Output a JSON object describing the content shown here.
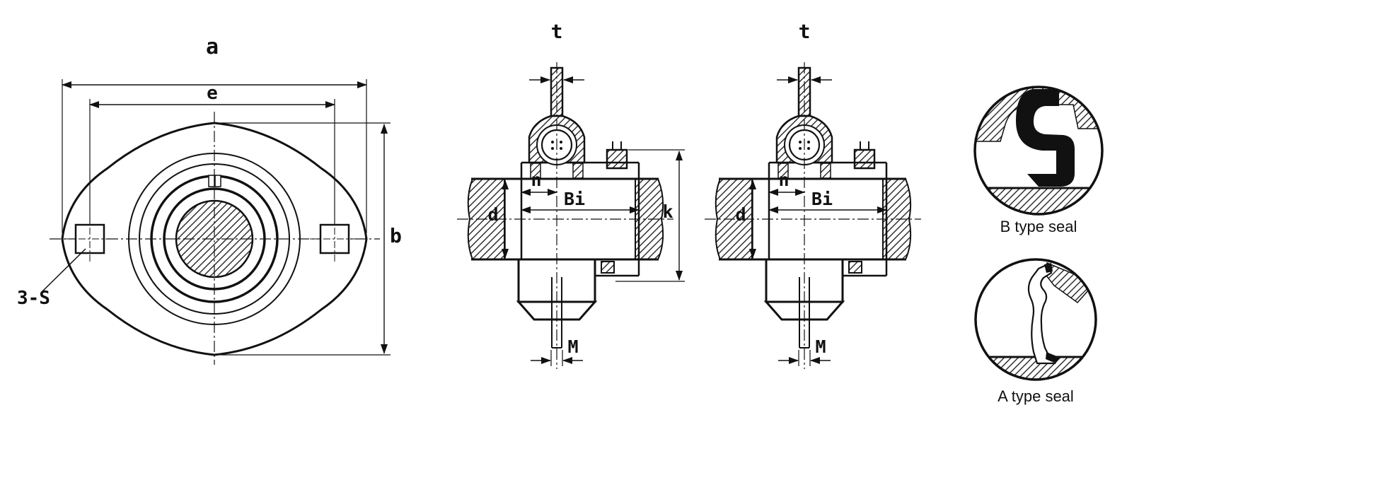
{
  "page": {
    "background": "#ffffff",
    "line_color": "#111111",
    "description": "Technical drawing of oval flange bearing unit with section views and seal details"
  },
  "front_view": {
    "dim_a": "a",
    "dim_e": "e",
    "dim_b": "b",
    "bolt_hole_note": "3-S"
  },
  "section_views": [
    {
      "dim_t": "t",
      "dim_n": "n",
      "dim_bi": "Bi",
      "dim_d": "d",
      "dim_k": "k",
      "dim_m": "M"
    },
    {
      "dim_t": "t",
      "dim_n": "n",
      "dim_bi": "Bi",
      "dim_d": "d",
      "dim_m": "M"
    }
  ],
  "seal_details": {
    "b_type": "B type seal",
    "a_type": "A type seal"
  }
}
